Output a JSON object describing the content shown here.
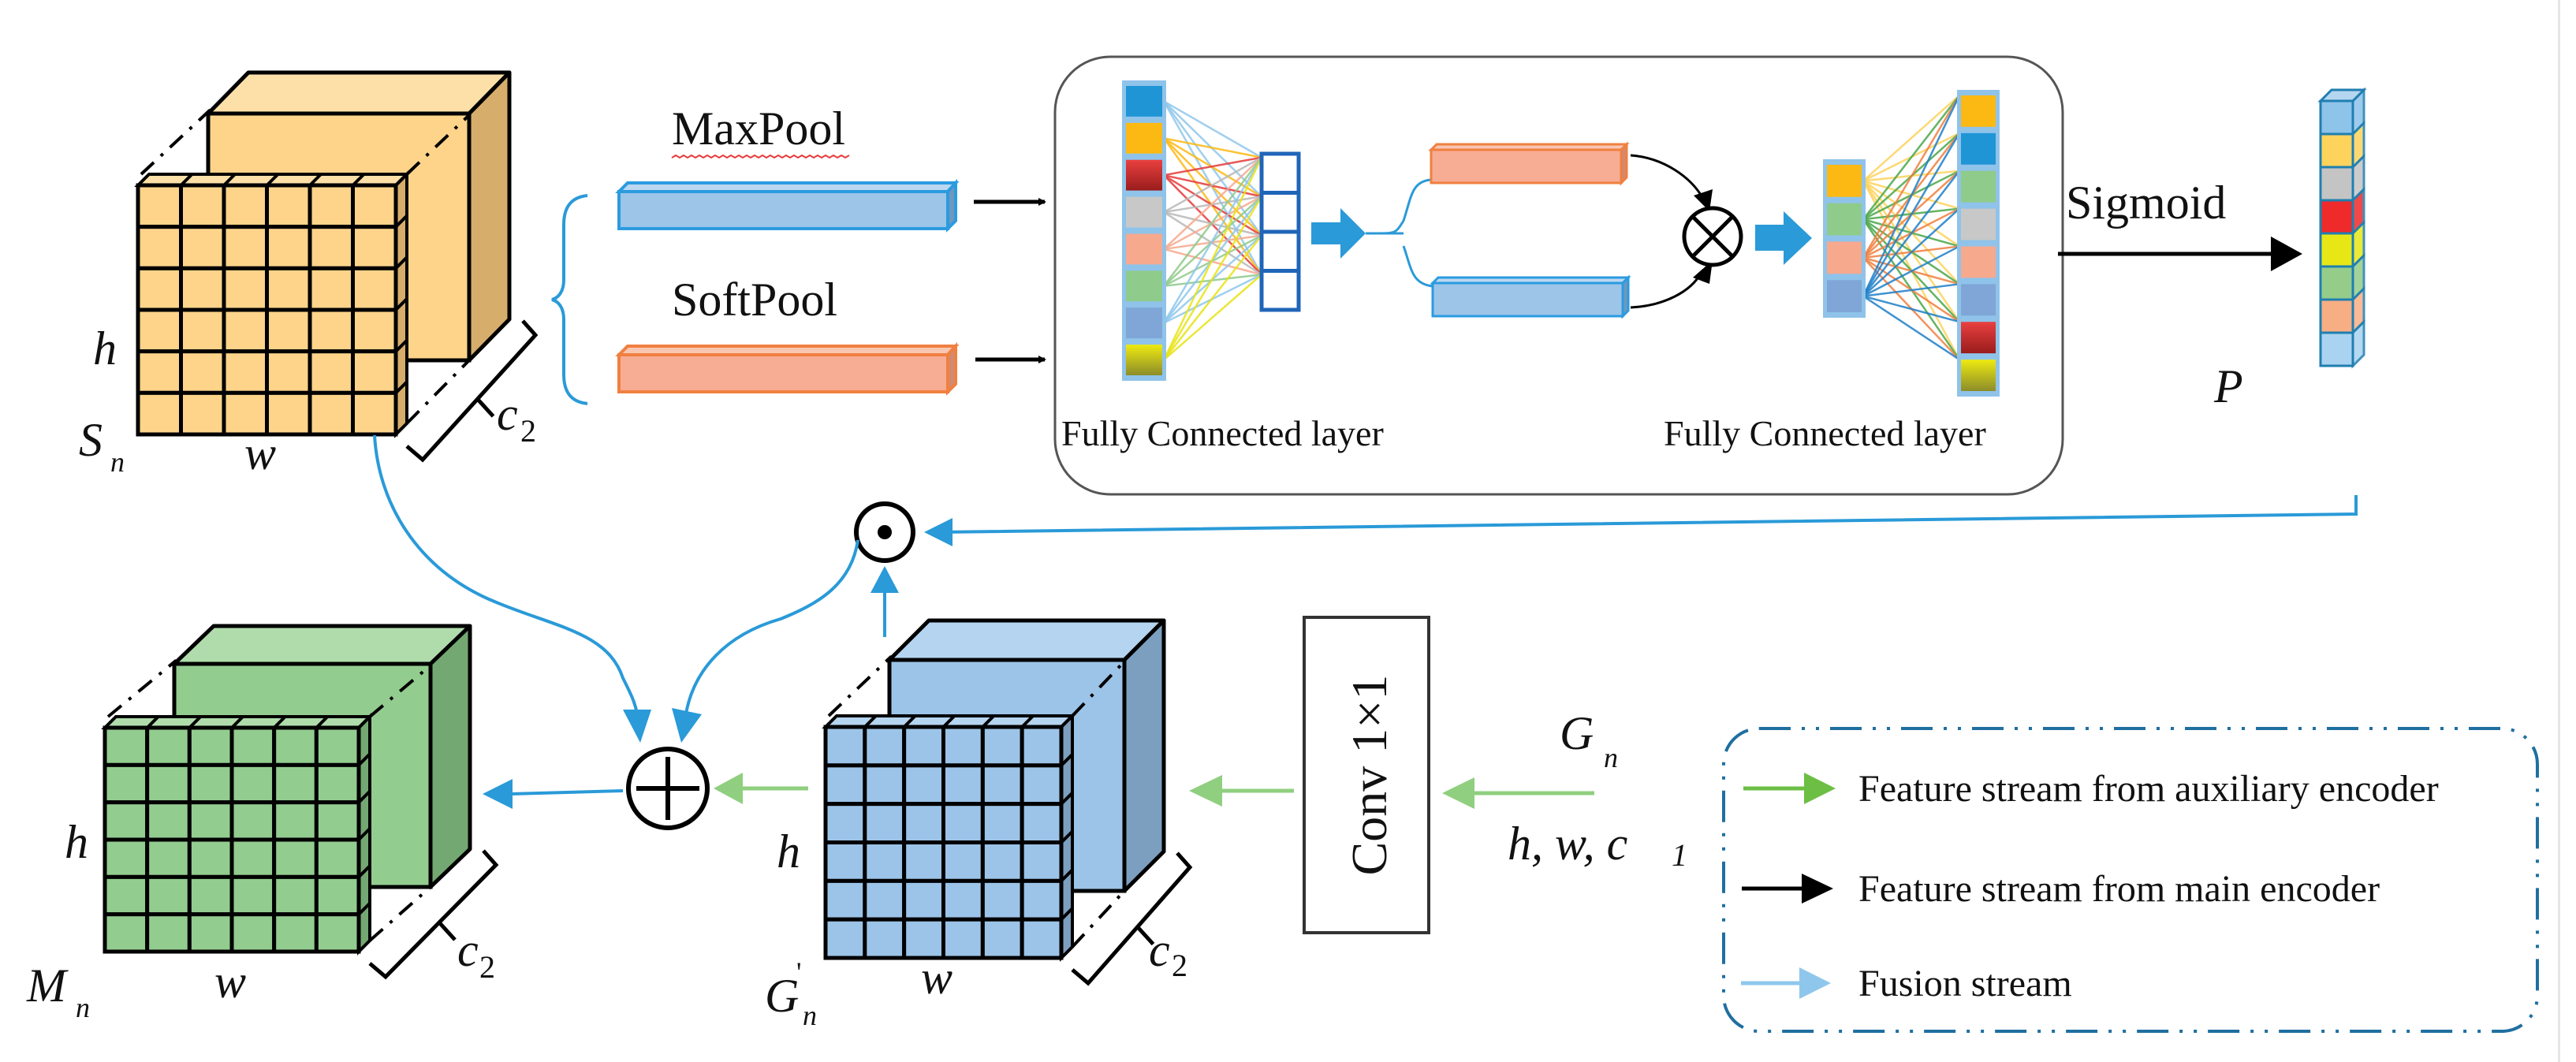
{
  "colors": {
    "orange_cube": "#fdd48a",
    "orange_cube_top": "#fde0a8",
    "orange_cube_side": "#d6ad6b",
    "blue_cube": "#9cc4e8",
    "blue_cube_top": "#b5d4ef",
    "blue_cube_side": "#7d9fbf",
    "green_cube": "#93cc8f",
    "green_cube_top": "#b0dcac",
    "green_cube_side": "#74a872",
    "maxpool_bar": "#9cc5e8",
    "maxpool_stroke": "#2b9be0",
    "softpool_bar": "#f7ad94",
    "softpool_stroke": "#f08040",
    "fusion_blue": "#2a9ad8",
    "aux_green": "#8fcf7f",
    "legend_aux_green": "#6cbf44",
    "legend_fusion_blue": "#8fc7ec",
    "legend_border": "#1f6fa0",
    "fc_box_stroke": "#555555",
    "hidden_stroke": "#1f65b8"
  },
  "cubes": {
    "s_n": {
      "name": "S",
      "sub": "n",
      "h_label": "h",
      "w_label": "w",
      "c_label": "c",
      "c_sub": "2"
    },
    "g_n_prime": {
      "name": "G",
      "sub": "n",
      "sup": "'",
      "h_label": "h",
      "w_label": "w",
      "c_label": "c",
      "c_sub": "2"
    },
    "m_n": {
      "name": "M",
      "sub": "n",
      "h_label": "h",
      "w_label": "w",
      "c_label": "c",
      "c_sub": "2"
    }
  },
  "pooling": {
    "maxpool_label": "MaxPool",
    "softpool_label": "SoftPool"
  },
  "fc_block": {
    "left_label": "Fully Connected layer",
    "right_label": "Fully Connected layer",
    "input_cells": [
      "#1f95d6",
      "#fdb913",
      "#e53a3a",
      "#c8c8c8",
      "#f7a98e",
      "#8fcb8a",
      "#7fa6d6",
      "#e8e316"
    ],
    "hidden_cells": 4,
    "squeeze_cells": [
      "#fdb913",
      "#8fcb8a",
      "#f7a98e",
      "#7fa6d6"
    ],
    "output_cells": [
      "#fdb913",
      "#1f95d6",
      "#8fcb8a",
      "#c8c8c8",
      "#f7a98e",
      "#7fa6d6",
      "#e53a3a",
      "#e8e316"
    ],
    "multiply_symbol": "⊗"
  },
  "sigmoid": {
    "label": "Sigmoid"
  },
  "p_vector": {
    "label": "P",
    "cells": [
      "#8ec3ea",
      "#fdd35c",
      "#c4c4c4",
      "#ee2a2a",
      "#e8e716",
      "#95cc89",
      "#f8ae83",
      "#a9d3f1"
    ]
  },
  "ops": {
    "elementwise_product": "⊙",
    "elementwise_sum": "⊕"
  },
  "conv": {
    "label": "Conv 1×1"
  },
  "input_g": {
    "name": "G",
    "sub": "n",
    "dims_prefix": "h, w, c",
    "dims_sub": "1"
  },
  "legend": {
    "items": [
      {
        "label": "Feature stream from auxiliary encoder",
        "color_key": "legend_aux_green"
      },
      {
        "label": "Feature stream from main encoder",
        "color_key": "black"
      },
      {
        "label": "Fusion stream",
        "color_key": "legend_fusion_blue"
      }
    ]
  }
}
